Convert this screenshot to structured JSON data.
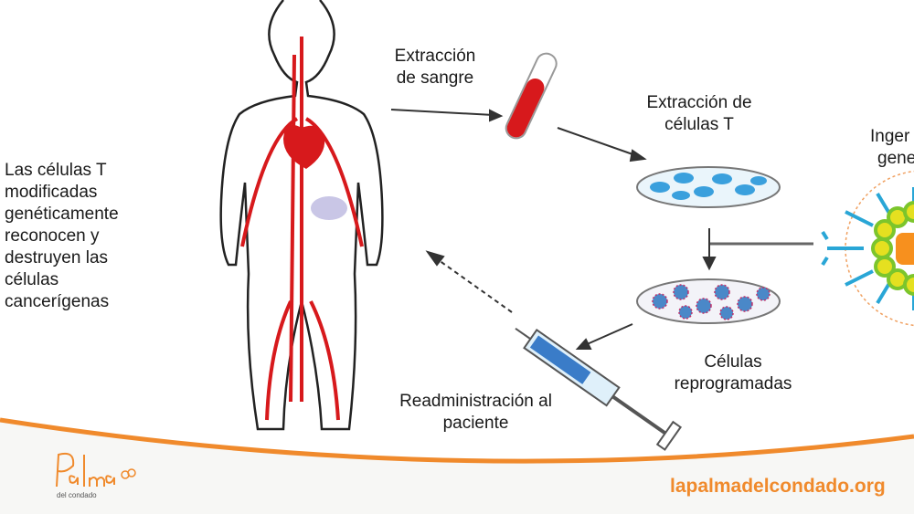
{
  "labels": {
    "left_caption": [
      "Las células T",
      "modificadas",
      "genéticamente",
      "reconocen y",
      "destruyen las",
      "células",
      "cancerígenas"
    ],
    "blood_extraction": [
      "Extracción",
      "de sangre"
    ],
    "tcell_extraction": [
      "Extracción de",
      "células T"
    ],
    "genetic_engineering": [
      "Inger",
      "gene"
    ],
    "reprogrammed": [
      "Células",
      "reprogramadas"
    ],
    "readministration": [
      "Readministración al",
      "paciente"
    ]
  },
  "footer": {
    "logo_text": "Palma",
    "logo_subtitle": "del condado",
    "website": "lapalmadelcondado.org"
  },
  "colors": {
    "accent": "#f08a2c",
    "blood": "#d7191c",
    "cell": "#3aa0dd"
  }
}
